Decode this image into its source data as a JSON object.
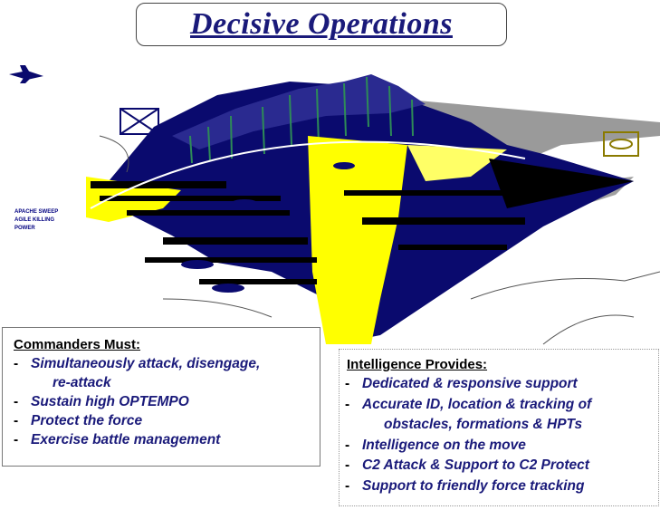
{
  "title": "Decisive Operations",
  "side_label": [
    "APACHE SWEEP",
    "AGILE KILLING",
    "POWER"
  ],
  "commanders": {
    "heading": "Commanders Must:",
    "items": [
      {
        "line1": "Simultaneously attack, disengage,",
        "line2": "re-attack"
      },
      {
        "line1": "Sustain high OPTEMPO",
        "line2": ""
      },
      {
        "line1": "Protect the force",
        "line2": ""
      },
      {
        "line1": "Exercise battle management",
        "line2": ""
      }
    ]
  },
  "intelligence": {
    "heading": "Intelligence Provides:",
    "items": [
      {
        "line1": "Dedicated & responsive support",
        "line2": ""
      },
      {
        "line1": "Accurate ID, location & tracking of",
        "line2": "obstacles, formations & HPTs"
      },
      {
        "line1": "Intelligence on the move",
        "line2": ""
      },
      {
        "line1": "C2 Attack & Support to C2 Protect",
        "line2": ""
      },
      {
        "line1": "Support to friendly force tracking",
        "line2": ""
      }
    ]
  },
  "colors": {
    "navy": "#0a0a6e",
    "yellow": "#ffff00",
    "green": "#2e8b57",
    "olive": "#8a7a00",
    "grey": "#9a9a9a",
    "text_blue": "#1a1a7a"
  }
}
